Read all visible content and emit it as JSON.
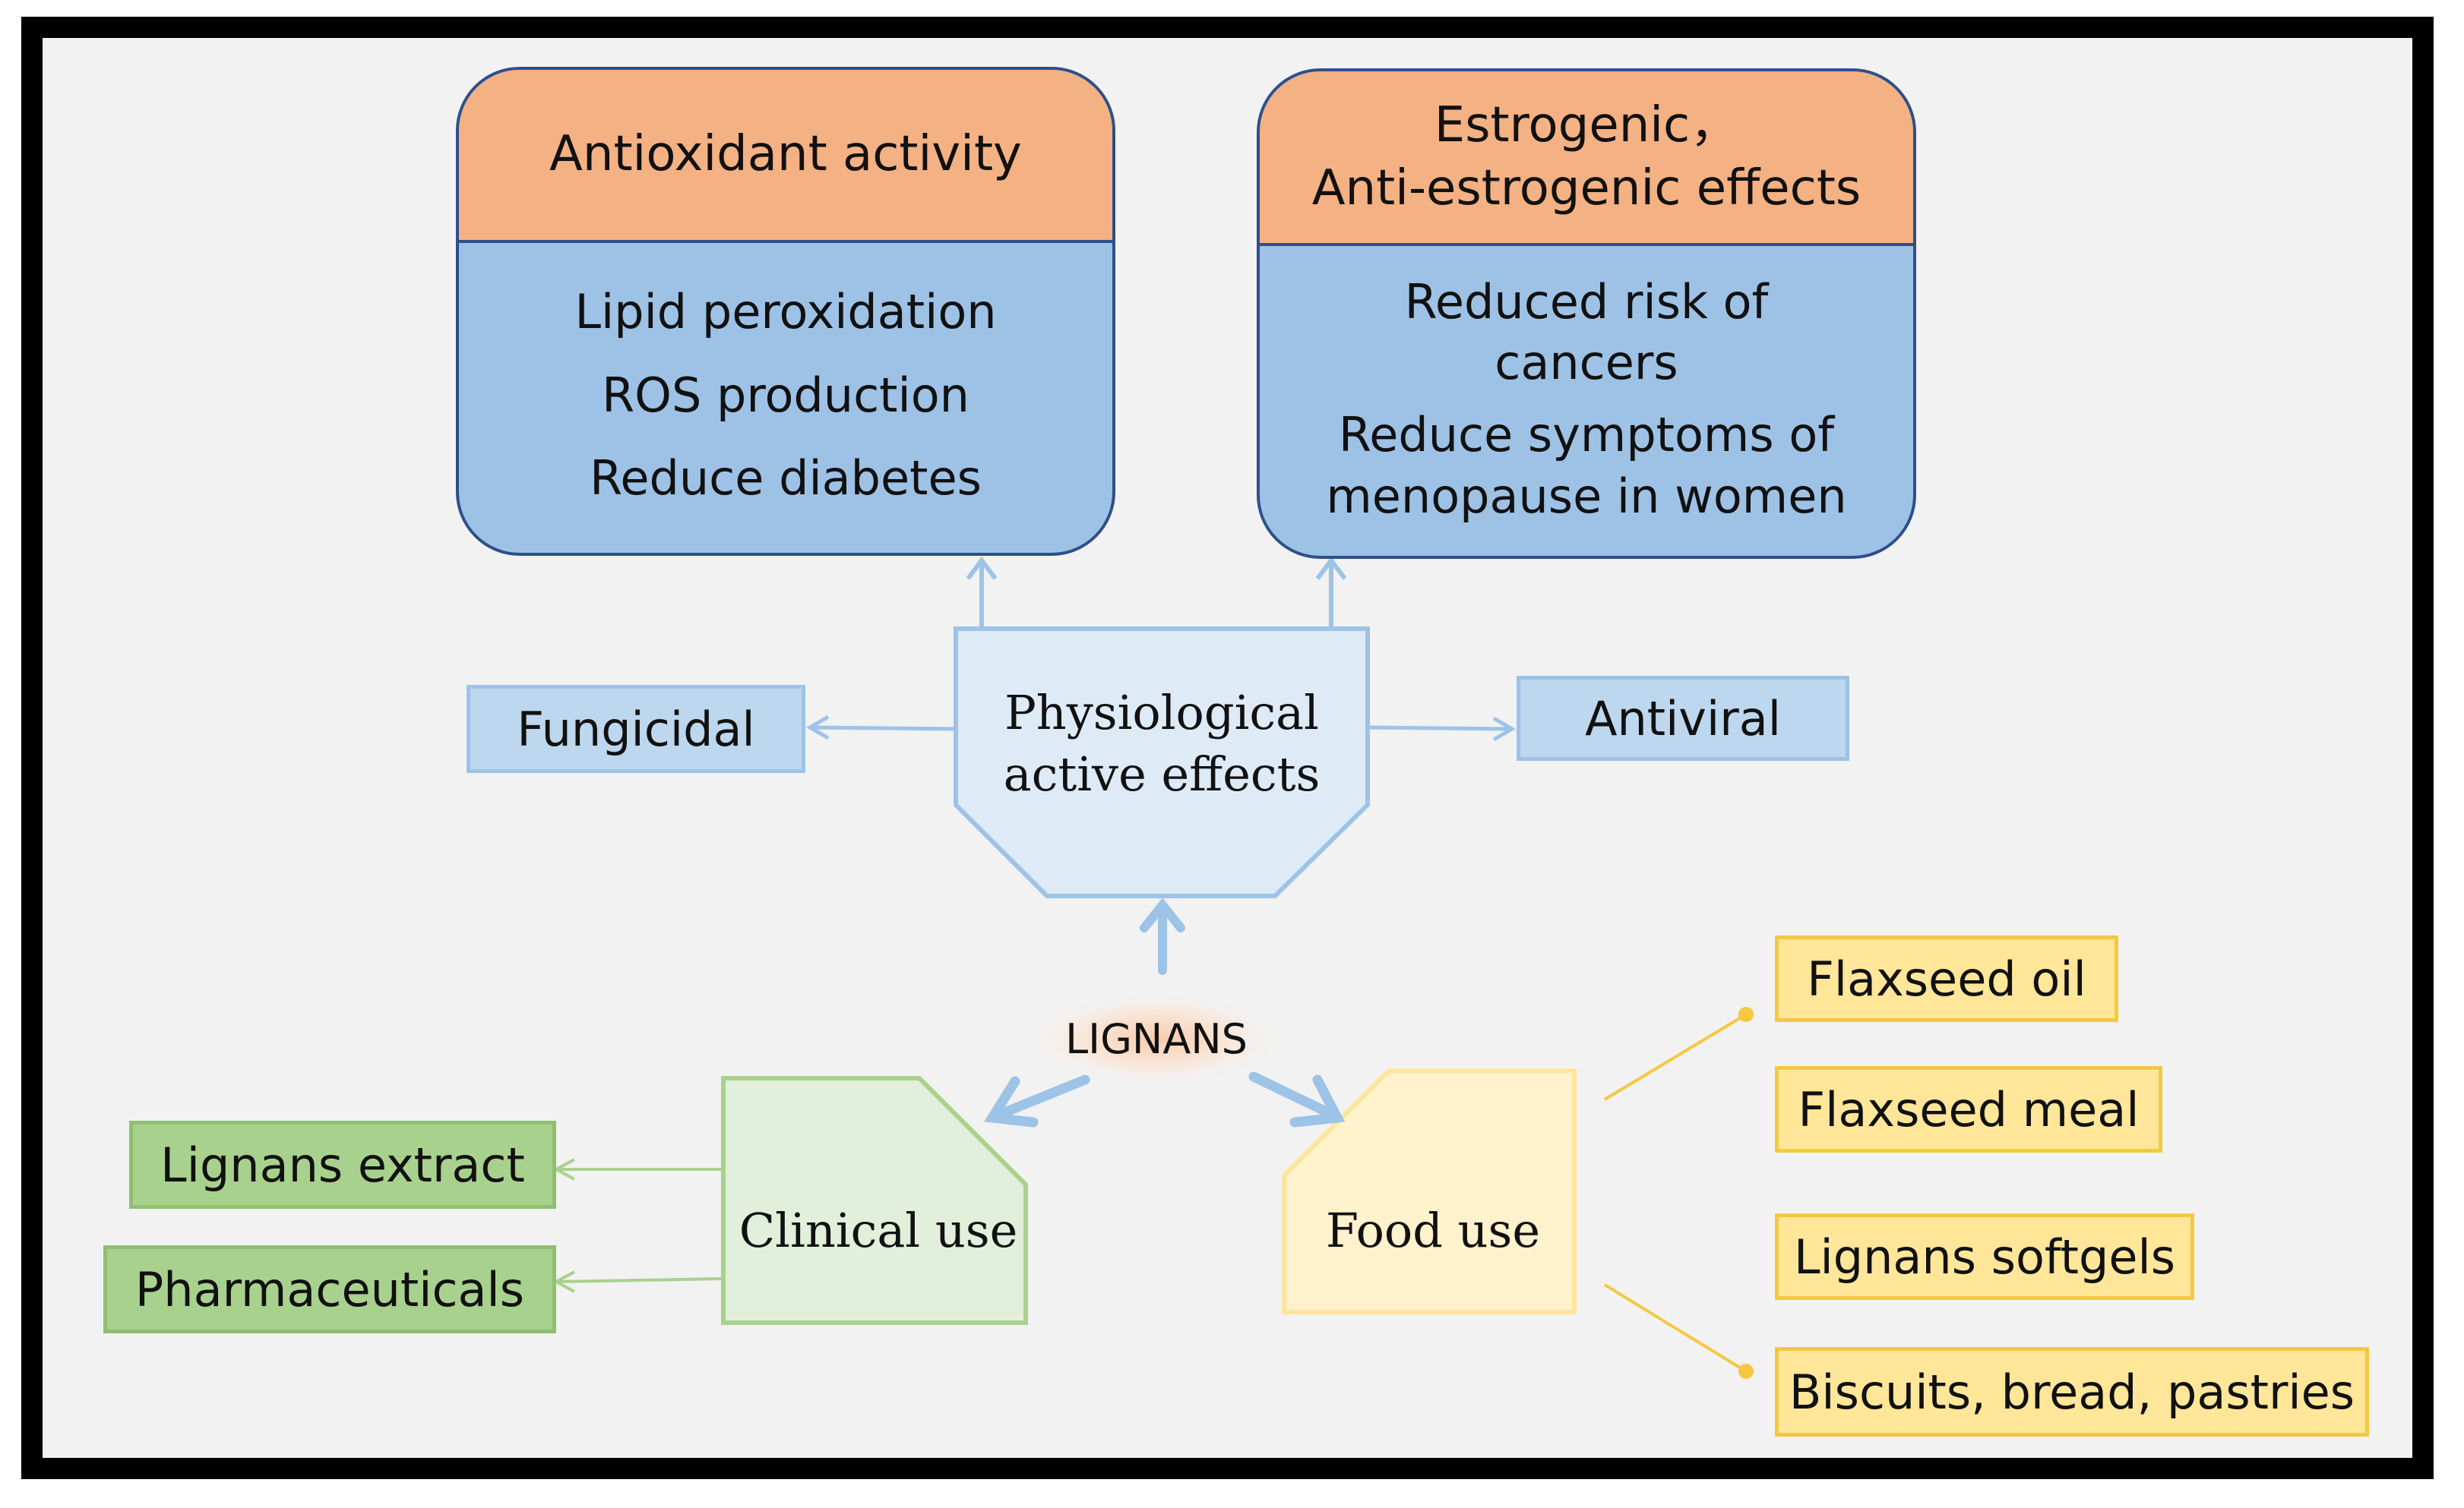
{
  "antioxidant": {
    "title": "Antioxidant activity",
    "items": [
      "Lipid peroxidation",
      "ROS production",
      "Reduce diabetes"
    ]
  },
  "estrogenic": {
    "title_line1": "Estrogenic，",
    "title_line2": "Anti-estrogenic effects",
    "item1_line1": "Reduced risk of",
    "item1_line2": "cancers",
    "item2_line1": "Reduce symptoms of",
    "item2_line2": "menopause in women"
  },
  "center": {
    "line1": "Physiological",
    "line2": "active effects"
  },
  "side": {
    "left": "Fungicidal",
    "right": "Antiviral"
  },
  "root": "LIGNANS",
  "clinical": {
    "label": "Clinical use",
    "items": [
      "Lignans extract",
      "Pharmaceuticals"
    ]
  },
  "food": {
    "label": "Food use",
    "items": [
      "Flaxseed oil",
      "Flaxseed meal",
      "Lignans softgels",
      "Biscuits, bread, pastries"
    ]
  },
  "colors": {
    "header_orange": "#f4b183",
    "body_blue": "#9ec2e6",
    "light_blue": "#bdd7ee",
    "center_fill": "#deebf7",
    "green": "#a9d18e",
    "light_green": "#e2efda",
    "yellow": "#ffe699",
    "light_yellow": "#fff2cc",
    "card_border": "#2e4f8c"
  }
}
